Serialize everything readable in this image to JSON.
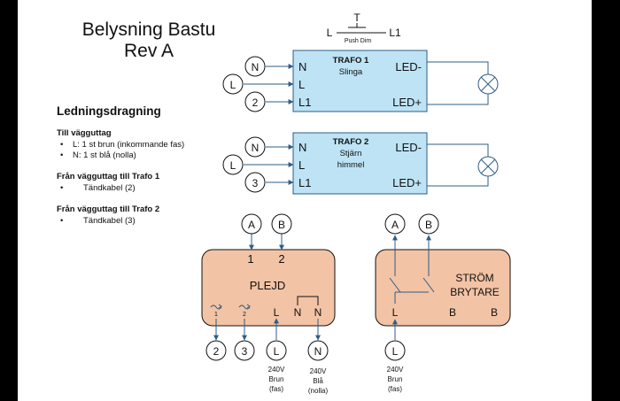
{
  "title": {
    "line1": "Belysning Bastu",
    "line2": "Rev A"
  },
  "switch_symbol": {
    "t": "T",
    "l": "L",
    "l1": "L1",
    "label": "Push Dim"
  },
  "wiring_notes": {
    "heading": "Ledningsdragning",
    "sections": [
      {
        "heading": "Till vägguttag",
        "items": [
          "L: 1 st brun (inkommande fas)",
          "N: 1 st blå (nolla)"
        ]
      },
      {
        "heading": "Från vägguttag till Trafo 1",
        "items": [
          "Tändkabel (2)"
        ]
      },
      {
        "heading": "Från vägguttag till Trafo 2",
        "items": [
          "Tändkabel (3)"
        ]
      }
    ]
  },
  "trafo1": {
    "title": "TRAFO 1",
    "subtitle": "Slinga",
    "term_n": "N",
    "term_l": "L",
    "term_l1": "L1",
    "led_minus": "LED-",
    "led_plus": "LED+",
    "inputs": [
      "N",
      "L",
      "2"
    ]
  },
  "trafo2": {
    "title": "TRAFO 2",
    "subtitle1": "Stjärn",
    "subtitle2": "himmel",
    "term_n": "N",
    "term_l": "L",
    "term_l1": "L1",
    "led_minus": "LED-",
    "led_plus": "LED+",
    "inputs": [
      "N",
      "L",
      "3"
    ]
  },
  "plejd": {
    "name": "PLEJD",
    "top_inputs": [
      "A",
      "B"
    ],
    "top_terms": [
      "1",
      "2"
    ],
    "bottom_terms": {
      "o1": "1",
      "o2": "2",
      "l": "L",
      "n1": "N",
      "n2": "N"
    },
    "bottom_nodes": [
      "2",
      "3",
      "L",
      "N"
    ],
    "label_l": [
      "240V",
      "Brun",
      "(fas)"
    ],
    "label_n": [
      "240V",
      "Blå",
      "(nolla)"
    ]
  },
  "stromBrytare": {
    "name1": "STRÖM",
    "name2": "BRYTARE",
    "top_outputs": [
      "A",
      "B"
    ],
    "terms": {
      "l": "L",
      "b1": "B",
      "b2": "B"
    },
    "bottom_node": "L",
    "label_l": [
      "240V",
      "Brun",
      "(fas)"
    ]
  },
  "colors": {
    "trafo_fill": "#bde3f5",
    "module_fill": "#f2c3a5",
    "line": "#2f5d86",
    "background": "#000000"
  }
}
